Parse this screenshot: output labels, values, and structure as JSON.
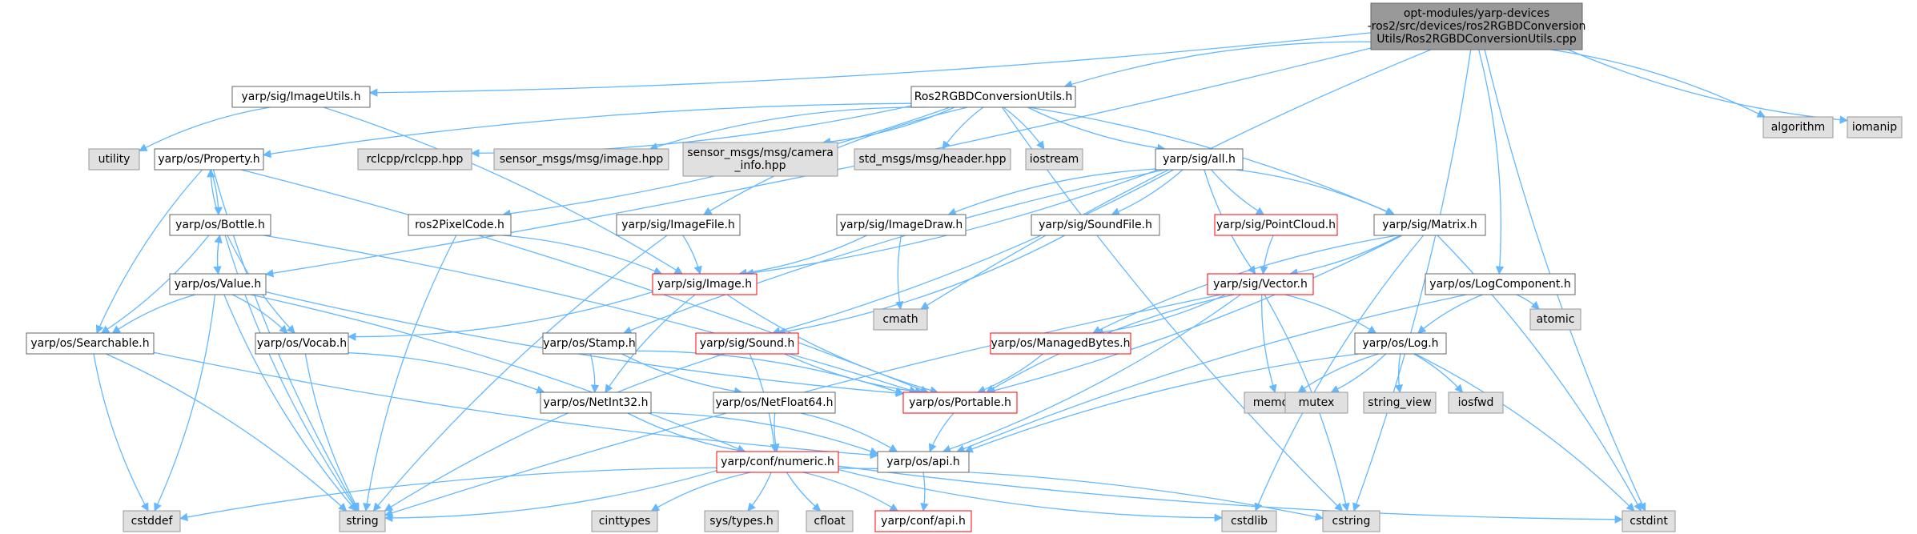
{
  "colors": {
    "edge": "#63b8ff",
    "node_border": "#666666",
    "node_fill": "#ffffff",
    "root_fill": "#999999",
    "root_border": "#666666",
    "system_fill": "#e0e0e0",
    "system_border": "#999999",
    "incomplete_border": "#ff0000",
    "text": "#000000"
  },
  "nodes": [
    {
      "id": "root",
      "lines": [
        "opt-modules/yarp-devices",
        "-ros2/src/devices/ros2RGBDConversion",
        "Utils/Ros2RGBDConversionUtils.cpp"
      ],
      "kind": "root"
    },
    {
      "id": "imageutils",
      "lines": [
        "yarp/sig/ImageUtils.h"
      ],
      "kind": "normal"
    },
    {
      "id": "ros2rgbd",
      "lines": [
        "Ros2RGBDConversionUtils.h"
      ],
      "kind": "normal"
    },
    {
      "id": "algorithm",
      "lines": [
        "algorithm"
      ],
      "kind": "system"
    },
    {
      "id": "iomanip",
      "lines": [
        "iomanip"
      ],
      "kind": "system"
    },
    {
      "id": "utility",
      "lines": [
        "utility"
      ],
      "kind": "system"
    },
    {
      "id": "property",
      "lines": [
        "yarp/os/Property.h"
      ],
      "kind": "normal"
    },
    {
      "id": "rclcpp",
      "lines": [
        "rclcpp/rclcpp.hpp"
      ],
      "kind": "system"
    },
    {
      "id": "sensorimage",
      "lines": [
        "sensor_msgs/msg/image.hpp"
      ],
      "kind": "system"
    },
    {
      "id": "camerainfo",
      "lines": [
        "sensor_msgs/msg/camera",
        "_info.hpp"
      ],
      "kind": "system"
    },
    {
      "id": "header",
      "lines": [
        "std_msgs/msg/header.hpp"
      ],
      "kind": "system"
    },
    {
      "id": "iostream",
      "lines": [
        "iostream"
      ],
      "kind": "system"
    },
    {
      "id": "all",
      "lines": [
        "yarp/sig/all.h"
      ],
      "kind": "normal"
    },
    {
      "id": "bottle",
      "lines": [
        "yarp/os/Bottle.h"
      ],
      "kind": "normal"
    },
    {
      "id": "ros2pixel",
      "lines": [
        "ros2PixelCode.h"
      ],
      "kind": "normal"
    },
    {
      "id": "imagefile",
      "lines": [
        "yarp/sig/ImageFile.h"
      ],
      "kind": "normal"
    },
    {
      "id": "imagedraw",
      "lines": [
        "yarp/sig/ImageDraw.h"
      ],
      "kind": "normal"
    },
    {
      "id": "soundfile",
      "lines": [
        "yarp/sig/SoundFile.h"
      ],
      "kind": "normal"
    },
    {
      "id": "pointcloud",
      "lines": [
        "yarp/sig/PointCloud.h"
      ],
      "kind": "incomplete"
    },
    {
      "id": "matrix",
      "lines": [
        "yarp/sig/Matrix.h"
      ],
      "kind": "normal"
    },
    {
      "id": "logcomponent",
      "lines": [
        "yarp/os/LogComponent.h"
      ],
      "kind": "normal"
    },
    {
      "id": "value",
      "lines": [
        "yarp/os/Value.h"
      ],
      "kind": "normal"
    },
    {
      "id": "image",
      "lines": [
        "yarp/sig/Image.h"
      ],
      "kind": "incomplete"
    },
    {
      "id": "cmath",
      "lines": [
        "cmath"
      ],
      "kind": "system"
    },
    {
      "id": "vector",
      "lines": [
        "yarp/sig/Vector.h"
      ],
      "kind": "incomplete"
    },
    {
      "id": "atomic",
      "lines": [
        "atomic"
      ],
      "kind": "system"
    },
    {
      "id": "searchable",
      "lines": [
        "yarp/os/Searchable.h"
      ],
      "kind": "normal"
    },
    {
      "id": "vocab",
      "lines": [
        "yarp/os/Vocab.h"
      ],
      "kind": "normal"
    },
    {
      "id": "stamp",
      "lines": [
        "yarp/os/Stamp.h"
      ],
      "kind": "normal"
    },
    {
      "id": "sound",
      "lines": [
        "yarp/sig/Sound.h"
      ],
      "kind": "incomplete"
    },
    {
      "id": "managedbytes",
      "lines": [
        "yarp/os/ManagedBytes.h"
      ],
      "kind": "incomplete"
    },
    {
      "id": "log",
      "lines": [
        "yarp/os/Log.h"
      ],
      "kind": "normal"
    },
    {
      "id": "netfloat64",
      "lines": [
        "yarp/os/NetFloat64.h"
      ],
      "kind": "normal"
    },
    {
      "id": "netint32",
      "lines": [
        "yarp/os/NetInt32.h"
      ],
      "kind": "normal"
    },
    {
      "id": "portable",
      "lines": [
        "yarp/os/Portable.h"
      ],
      "kind": "incomplete"
    },
    {
      "id": "memory",
      "lines": [
        "memory"
      ],
      "kind": "system"
    },
    {
      "id": "mutex",
      "lines": [
        "mutex"
      ],
      "kind": "system"
    },
    {
      "id": "stringview",
      "lines": [
        "string_view"
      ],
      "kind": "system"
    },
    {
      "id": "iosfwd",
      "lines": [
        "iosfwd"
      ],
      "kind": "system"
    },
    {
      "id": "numeric",
      "lines": [
        "yarp/conf/numeric.h"
      ],
      "kind": "incomplete"
    },
    {
      "id": "api",
      "lines": [
        "yarp/os/api.h"
      ],
      "kind": "normal"
    },
    {
      "id": "cstddef",
      "lines": [
        "cstddef"
      ],
      "kind": "system"
    },
    {
      "id": "string",
      "lines": [
        "string"
      ],
      "kind": "system"
    },
    {
      "id": "cinttypes",
      "lines": [
        "cinttypes"
      ],
      "kind": "system"
    },
    {
      "id": "systypes",
      "lines": [
        "sys/types.h"
      ],
      "kind": "system"
    },
    {
      "id": "cfloat",
      "lines": [
        "cfloat"
      ],
      "kind": "system"
    },
    {
      "id": "confapi",
      "lines": [
        "yarp/conf/api.h"
      ],
      "kind": "incomplete"
    },
    {
      "id": "cstdlib",
      "lines": [
        "cstdlib"
      ],
      "kind": "system"
    },
    {
      "id": "cstring",
      "lines": [
        "cstring"
      ],
      "kind": "system"
    },
    {
      "id": "cstdint",
      "lines": [
        "cstdint"
      ],
      "kind": "system"
    }
  ],
  "edges": [
    [
      "root",
      "imageutils"
    ],
    [
      "root",
      "ros2rgbd"
    ],
    [
      "root",
      "algorithm"
    ],
    [
      "root",
      "iomanip"
    ],
    [
      "root",
      "value"
    ],
    [
      "root",
      "cmath"
    ],
    [
      "root",
      "logcomponent"
    ],
    [
      "root",
      "cstdint"
    ],
    [
      "root",
      "cstring"
    ],
    [
      "imageutils",
      "utility"
    ],
    [
      "imageutils",
      "image"
    ],
    [
      "ros2rgbd",
      "property"
    ],
    [
      "ros2rgbd",
      "rclcpp"
    ],
    [
      "ros2rgbd",
      "sensorimage"
    ],
    [
      "ros2rgbd",
      "camerainfo"
    ],
    [
      "ros2rgbd",
      "header"
    ],
    [
      "ros2rgbd",
      "iostream"
    ],
    [
      "ros2rgbd",
      "all"
    ],
    [
      "ros2rgbd",
      "ros2pixel"
    ],
    [
      "ros2rgbd",
      "imagefile"
    ],
    [
      "ros2rgbd",
      "matrix"
    ],
    [
      "ros2rgbd",
      "cstring"
    ],
    [
      "property",
      "bottle"
    ],
    [
      "property",
      "searchable"
    ],
    [
      "property",
      "portable"
    ],
    [
      "property",
      "string"
    ],
    [
      "bottle",
      "property"
    ],
    [
      "bottle",
      "value"
    ],
    [
      "bottle",
      "searchable"
    ],
    [
      "bottle",
      "vocab"
    ],
    [
      "bottle",
      "portable"
    ],
    [
      "bottle",
      "string"
    ],
    [
      "value",
      "bottle"
    ],
    [
      "value",
      "searchable"
    ],
    [
      "value",
      "vocab"
    ],
    [
      "value",
      "portable"
    ],
    [
      "value",
      "numeric"
    ],
    [
      "value",
      "string"
    ],
    [
      "value",
      "cstddef"
    ],
    [
      "searchable",
      "api"
    ],
    [
      "searchable",
      "string"
    ],
    [
      "searchable",
      "cstddef"
    ],
    [
      "vocab",
      "netint32"
    ],
    [
      "vocab",
      "string"
    ],
    [
      "ros2pixel",
      "image"
    ],
    [
      "ros2pixel",
      "string"
    ],
    [
      "imagefile",
      "image"
    ],
    [
      "imagefile",
      "string"
    ],
    [
      "all",
      "image"
    ],
    [
      "all",
      "imagedraw"
    ],
    [
      "all",
      "soundfile"
    ],
    [
      "all",
      "pointcloud"
    ],
    [
      "all",
      "matrix"
    ],
    [
      "all",
      "vector"
    ],
    [
      "all",
      "sound"
    ],
    [
      "all",
      "stamp"
    ],
    [
      "imagedraw",
      "image"
    ],
    [
      "imagedraw",
      "cmath"
    ],
    [
      "soundfile",
      "sound"
    ],
    [
      "pointcloud",
      "vector"
    ],
    [
      "matrix",
      "vector"
    ],
    [
      "matrix",
      "managedbytes"
    ],
    [
      "matrix",
      "portable"
    ],
    [
      "matrix",
      "cstdlib"
    ],
    [
      "matrix",
      "cstdint"
    ],
    [
      "image",
      "portable"
    ],
    [
      "image",
      "vocab"
    ],
    [
      "image",
      "netint32"
    ],
    [
      "vector",
      "managedbytes"
    ],
    [
      "vector",
      "portable"
    ],
    [
      "vector",
      "log"
    ],
    [
      "vector",
      "memory"
    ],
    [
      "vector",
      "api"
    ],
    [
      "vector",
      "string"
    ],
    [
      "vector",
      "cstring"
    ],
    [
      "logcomponent",
      "log"
    ],
    [
      "logcomponent",
      "atomic"
    ],
    [
      "logcomponent",
      "api"
    ],
    [
      "stamp",
      "netint32"
    ],
    [
      "stamp",
      "netfloat64"
    ],
    [
      "stamp",
      "portable"
    ],
    [
      "sound",
      "portable"
    ],
    [
      "sound",
      "numeric"
    ],
    [
      "sound",
      "string"
    ],
    [
      "managedbytes",
      "portable"
    ],
    [
      "log",
      "memory"
    ],
    [
      "log",
      "mutex"
    ],
    [
      "log",
      "stringview"
    ],
    [
      "log",
      "iosfwd"
    ],
    [
      "log",
      "api"
    ],
    [
      "log",
      "cstdint"
    ],
    [
      "netfloat64",
      "numeric"
    ],
    [
      "netfloat64",
      "api"
    ],
    [
      "netint32",
      "numeric"
    ],
    [
      "netint32",
      "api"
    ],
    [
      "portable",
      "api"
    ],
    [
      "api",
      "confapi"
    ],
    [
      "numeric",
      "cstddef"
    ],
    [
      "numeric",
      "string"
    ],
    [
      "numeric",
      "cinttypes"
    ],
    [
      "numeric",
      "systypes"
    ],
    [
      "numeric",
      "cfloat"
    ],
    [
      "numeric",
      "confapi"
    ],
    [
      "numeric",
      "cstdlib"
    ],
    [
      "numeric",
      "cstring"
    ],
    [
      "numeric",
      "cstdint"
    ]
  ]
}
